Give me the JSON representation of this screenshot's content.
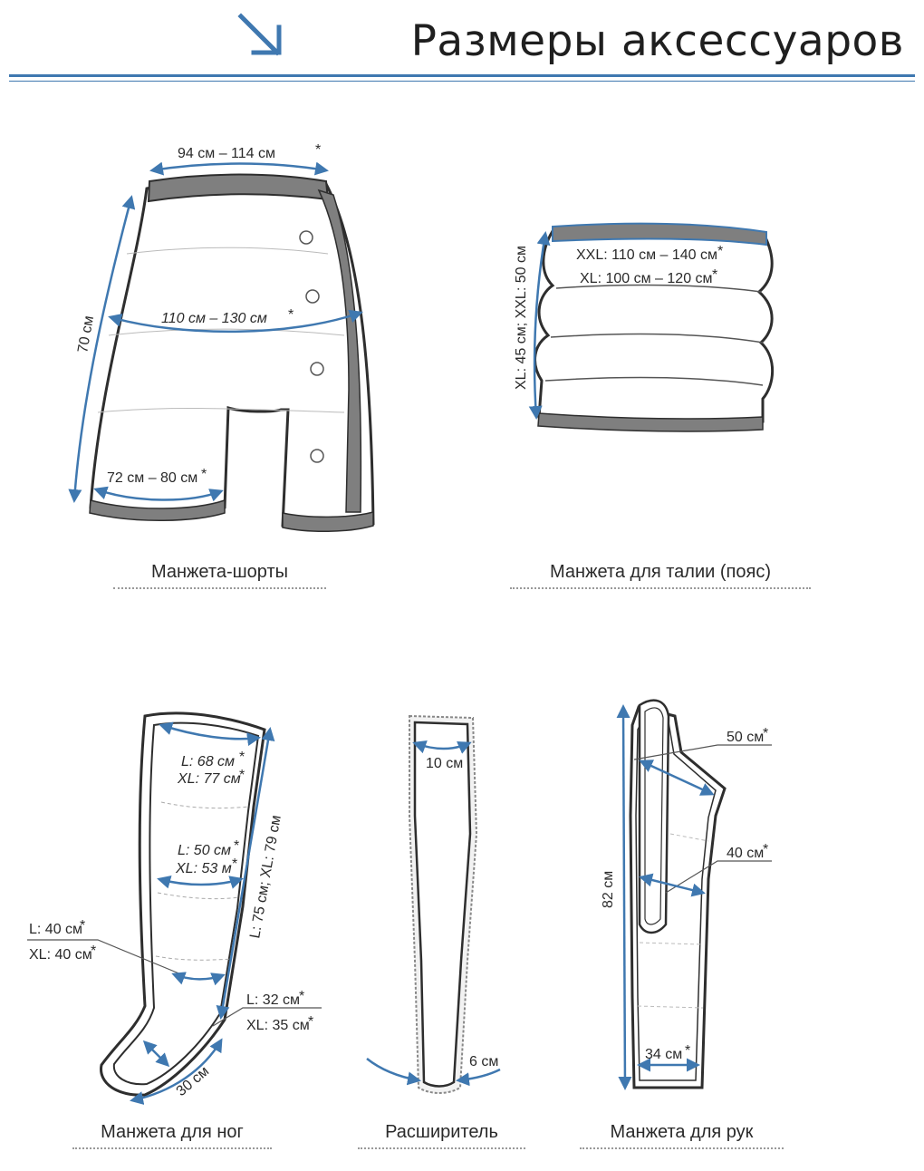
{
  "title": "Размеры аксессуаров",
  "colors": {
    "accent": "#3f78b0",
    "outline": "#2e2e2e",
    "band": "#7f7f7f"
  },
  "shorts": {
    "caption": "Манжета-шорты",
    "waist": "94 см – 114 см",
    "hips": "110 см – 130 см",
    "leg": "72 см – 80 см",
    "height": "70 см"
  },
  "belt": {
    "caption": "Манжета для талии (пояс)",
    "xxl": "XXL: 110 см – 140 см",
    "xl": "XL: 100 см – 120 см",
    "height": "XL: 45 см; XXL: 50 см"
  },
  "legcuff": {
    "caption": "Манжета для ног",
    "top_l": "L: 68 см",
    "top_xl": "XL: 77 см",
    "mid_l": "L: 50 см",
    "mid_xl": "XL: 53 м",
    "knee_l": "L: 40 см",
    "knee_xl": "XL: 40 см",
    "ankle_l": "L: 32 см",
    "ankle_xl": "XL: 35 см",
    "length": "L: 75 см; XL: 79 см",
    "foot": "30 см"
  },
  "extender": {
    "caption": "Расширитель",
    "top": "10 см",
    "bottom": "6 см"
  },
  "arm": {
    "caption": "Манжета для рук",
    "top": "50 см",
    "mid": "40 см",
    "bottom": "34 см",
    "length": "82 см"
  },
  "asterisk": "*"
}
